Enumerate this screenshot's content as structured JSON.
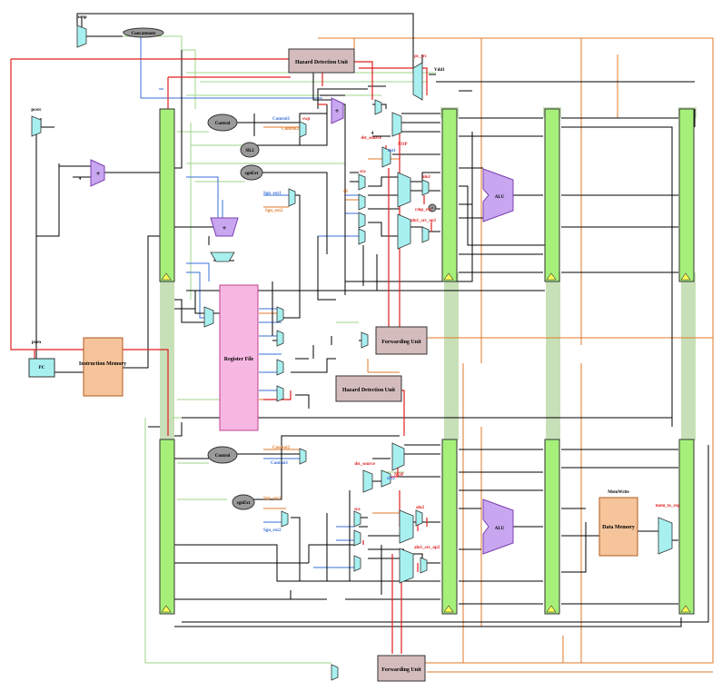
{
  "blocks": {
    "hazard_top": "Hazard Detection Unit",
    "hazard_bottom": "Hazard Detection Unit",
    "forwarding_top": "Forwarding Unit",
    "forwarding_bottom": "Forwarding Unit",
    "instruction_memory": "Instruction Memory",
    "register_file": "Register File",
    "data_memory": "Data Memory",
    "pc": "PC",
    "alu_top": "ALU",
    "alu_bottom": "ALU",
    "control_top": "Control",
    "control_bottom": "Control",
    "sll2": "Sll.2",
    "sgnext_top": "sgnExt",
    "sgnext_bottom": "sgnExt",
    "concatenate": "Concatenate"
  },
  "labels": {
    "jump": "jump",
    "pcsrc": "pcsrc",
    "pcen": "pcen",
    "four_a": "4",
    "four_b": "4",
    "pc_src": "pc_src",
    "vdd1": "Vdd1",
    "memwrite": "MemWrite",
    "mem_to_reg": "mem_to_reg",
    "alu1_src_op1": "alu1_src_op1",
    "alu1_src_op2": "alu1_src_op2",
    "alu1_src_op2_b": "alu1_src_op2",
    "dst_source": "dst_source",
    "dst_source_b": "dst_source",
    "dst1": "dst1",
    "dst2": "dst2",
    "nop": "NOP",
    "nop_b": "NOP",
    "control1": "Control1",
    "control2": "Control2",
    "control1_b": "Control1",
    "control2_b": "Control2",
    "sgn_ext1": "Sgn_ext1",
    "sgn_ext2": "Sgn_ext2",
    "sgn_ext1_b": "Sgn_ext1",
    "sgn_ext2_b": "Sgn_ext2",
    "swp": "swp",
    "sra": "sra",
    "sra_b": "sra",
    "sll": "sll",
    "cmp_ext": "cmp_ext",
    "alu1": "alu1",
    "alu2": "alu2"
  },
  "colors": {
    "pipeline_register": "#a6f07a",
    "pipeline_band": "#c8e0b8",
    "mux": "#a8f0f0",
    "adder": "#c9a6f0",
    "hazard_unit": "#d5bcbc",
    "memory": "#f5c49a",
    "register_file": "#f7b7e3",
    "control_ellipse": "#9a9a9a",
    "wire_black": "#000000",
    "wire_red": "#e02020",
    "wire_orange": "#e07a2a",
    "wire_blue": "#3a6fd8",
    "wire_green": "#9fd48a"
  }
}
